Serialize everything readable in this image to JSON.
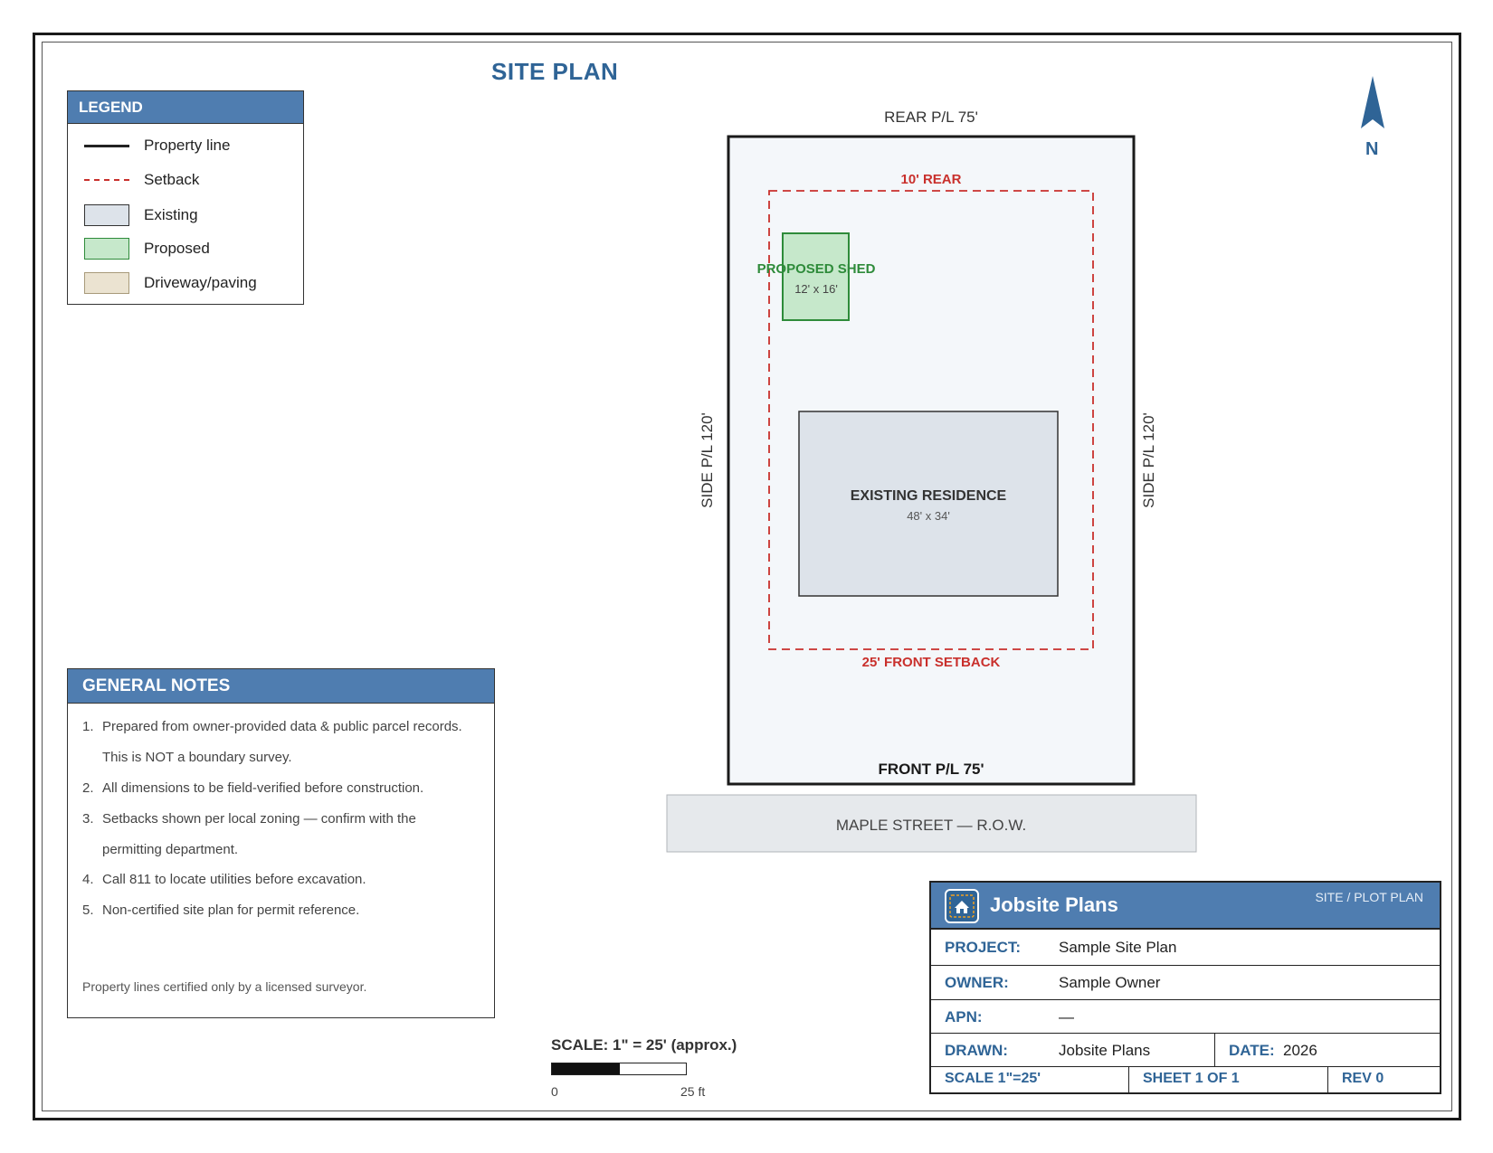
{
  "title": "SITE PLAN",
  "legend": {
    "heading": "LEGEND",
    "items": [
      {
        "label": "Property line",
        "symbol": "line"
      },
      {
        "label": "Setback",
        "symbol": "dash"
      },
      {
        "label": "Existing",
        "symbol": "box",
        "color": "#dde3ea"
      },
      {
        "label": "Proposed",
        "symbol": "box",
        "color": "#c6e8cb"
      },
      {
        "label": "Driveway/paving",
        "symbol": "box",
        "color": "#ebe3d1"
      }
    ]
  },
  "site": {
    "rear_pl": "REAR P/L  75'",
    "front_pl": "FRONT P/L  75'",
    "side_pl_left": "SIDE P/L  120'",
    "side_pl_right": "SIDE P/L  120'",
    "rear_setback": "10' REAR",
    "front_setback": "25' FRONT SETBACK",
    "shed_label": "PROPOSED SHED",
    "shed_dims": "12' x 16'",
    "residence_label": "EXISTING RESIDENCE",
    "residence_dims": "48' x 34'",
    "street": "MAPLE STREET — R.O.W."
  },
  "north": {
    "label": "N"
  },
  "notes": {
    "heading": "GENERAL NOTES",
    "items": [
      {
        "num": "1.",
        "text": "Prepared from owner-provided data & public parcel records. This is NOT a boundary survey."
      },
      {
        "num": "2.",
        "text": "All dimensions to be field-verified before construction."
      },
      {
        "num": "3.",
        "text": "Setbacks shown per local zoning — confirm with the permitting department."
      },
      {
        "num": "4.",
        "text": "Call 811 to locate utilities before excavation."
      },
      {
        "num": "5.",
        "text": "Non-certified site plan for permit reference."
      }
    ],
    "footer": "Property lines certified only by a licensed surveyor."
  },
  "scale": {
    "label": "SCALE: 1\" = 25' (approx.)",
    "tick_start": "0",
    "tick_end": "25 ft"
  },
  "title_block": {
    "company": "Jobsite Plans",
    "sheet_type": "SITE / PLOT PLAN",
    "project_key": "PROJECT:",
    "project_val": "Sample Site Plan",
    "owner_key": "OWNER:",
    "owner_val": "Sample Owner",
    "apn_key": "APN:",
    "apn_val": "—",
    "drawn_key": "DRAWN:",
    "drawn_val": "Jobsite Plans",
    "date_key": "DATE:",
    "date_val": "2026",
    "scale": "SCALE 1\"=25'",
    "sheet": "SHEET 1 OF 1",
    "rev": "REV 0"
  },
  "colors": {
    "accent": "#4f7db0",
    "setback": "#c9302c",
    "proposed": "#2e8b3a",
    "lot_fill": "#f4f7fa"
  }
}
